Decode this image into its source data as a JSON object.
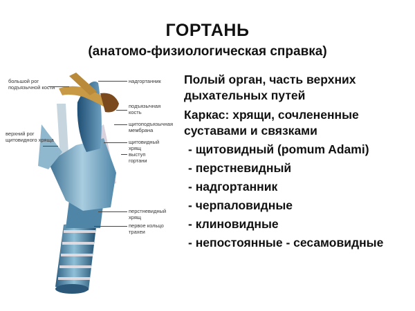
{
  "header": {
    "title": "ГОРТАНЬ",
    "subtitle": "(анатомо-физиологическая справка)"
  },
  "diagram": {
    "labels_left": [
      "большой рог\nподъязычной кости",
      "верхний рог\nщитовидного хряща"
    ],
    "labels_right": [
      "надгортанник",
      "подъязычная\nкость",
      "щитоподъязычная\nмембрана",
      "щитовидный\nхрящ",
      "выступ\nгортани",
      "перстневидный\nхрящ",
      "первое кольцо\nтрахеи"
    ],
    "colors": {
      "cartilage": "#8fb8cf",
      "cartilage_dark": "#3b6f91",
      "bone": "#c89a45",
      "bone_dark": "#7a4a1c",
      "membrane": "#d9d2dc"
    }
  },
  "content": {
    "paragraphs": [
      "Полый орган, часть верхних\nдыхательных путей",
      "Каркас: хрящи, сочлененные\nсуставами и связками"
    ],
    "items": [
      "- щитовидный (pomum Adami)",
      "- перстневидный",
      "- надгортанник",
      "- черпаловидные",
      "- клиновидные",
      "- непостоянные - сесамовидные"
    ]
  }
}
